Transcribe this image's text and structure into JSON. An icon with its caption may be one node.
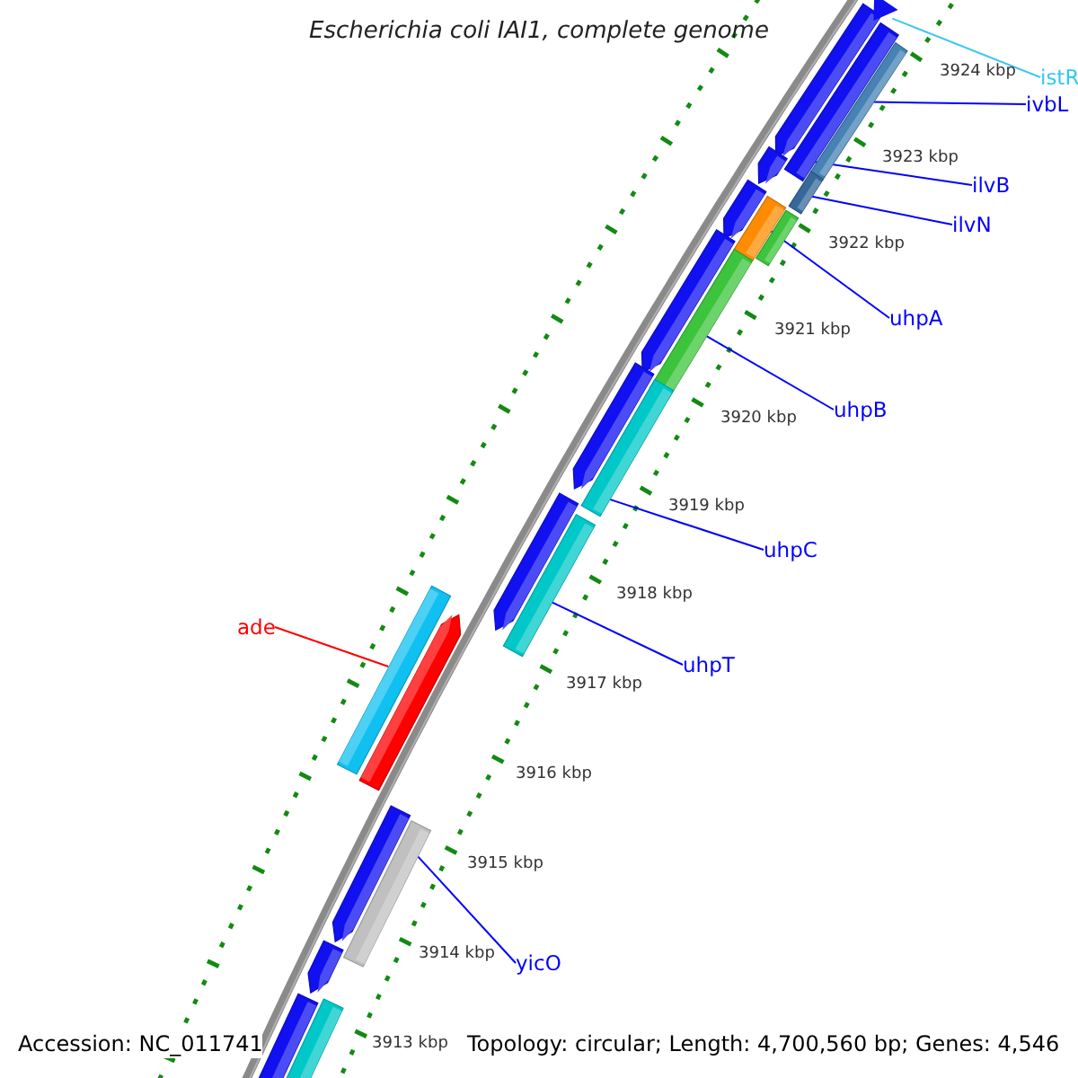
{
  "diagram": {
    "title": "Escherichia coli IAI1, complete genome",
    "nodes": [
      {
        "text": [
          "istR"
        ]
      },
      {
        "text": [],
        "shape": "triangle"
      },
      {
        "text": [
          "ivbL"
        ]
      },
      {
        "text": [],
        "shape": "bar"
      },
      {
        "text": [
          "ilvB"
        ]
      },
      {
        "text": [],
        "shape": "bar"
      },
      {
        "text": [
          "ilvN"
        ]
      },
      {
        "text": [],
        "shape": "bar"
      },
      {
        "text": [
          "uhpA"
        ]
      },
      {
        "text": [],
        "shape": "bar"
      },
      {
        "text": [
          "uhpB"
        ]
      },
      {
        "text": [],
        "shape": "bar"
      },
      {
        "text": [
          "uhpC"
        ]
      },
      {
        "text": [],
        "shape": "bar"
      },
      {
        "text": [
          "ade"
        ]
      },
      {
        "text": [],
        "shape": "bar"
      },
      {
        "text": [
          "uhpT"
        ]
      },
      {
        "text": [],
        "shape": "bar"
      },
      {
        "text": [
          "yicO"
        ]
      },
      {
        "text": [],
        "shape": "bar"
      }
    ],
    "edges": [
      {
        "from": 0,
        "to": 1,
        "arrow": "none",
        "color": "#40c8f0"
      },
      {
        "from": 2,
        "to": 3,
        "arrow": "none"
      },
      {
        "from": 4,
        "to": 5,
        "arrow": "none"
      },
      {
        "from": 6,
        "to": 7,
        "arrow": "none"
      },
      {
        "from": 8,
        "to": 9,
        "arrow": "none"
      },
      {
        "from": 10,
        "to": 11,
        "arrow": "none"
      },
      {
        "from": 12,
        "to": 13,
        "arrow": "none"
      },
      {
        "from": 14,
        "to": 15,
        "arrow": "none",
        "color": "#ff0000"
      },
      {
        "from": 16,
        "to": 17,
        "arrow": "none"
      },
      {
        "from": 18,
        "to": 19,
        "arrow": "none"
      }
    ],
    "labels": [
      "3924 kbp",
      "3923 kbp",
      "3922 kbp",
      "3921 kbp",
      "3920 kbp",
      "3919 kbp",
      "3918 kbp",
      "3917 kbp",
      "3916 kbp",
      "3915 kbp",
      "3914 kbp",
      "3913 kbp",
      "Accession: NC_011741",
      "Topology: circular; Length: 4,700,560 bp; Genes: 4,546"
    ]
  }
}
